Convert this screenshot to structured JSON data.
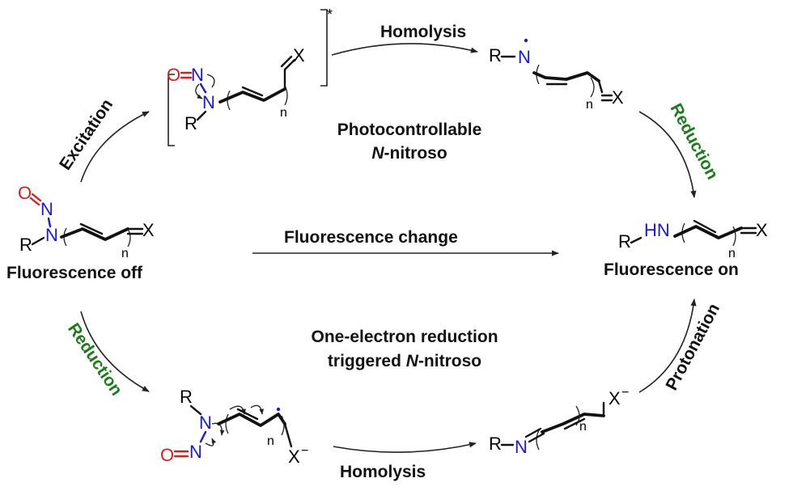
{
  "colors": {
    "nitrogen": "#1a1ad4",
    "oxygen": "#d42020",
    "green_label": "#1f7a1f",
    "black": "#111111"
  },
  "labels": {
    "excitation": "Excitation",
    "homolysis_top": "Homolysis",
    "reduction_right": "Reduction",
    "photocontrollable": "Photocontrollable",
    "nitroso_prefix": "N",
    "nitroso_suffix": "-nitroso",
    "fluorescence_change": "Fluorescence change",
    "fluorescence_off": "Fluorescence off",
    "fluorescence_on": "Fluorescence on",
    "reduction_left": "Reduction",
    "one_electron": "One-electron reduction",
    "triggered_prefix": "triggered ",
    "homolysis_bottom": "Homolysis",
    "protonation": "Protonation"
  },
  "atoms": {
    "R": "R",
    "N": "N",
    "O": "O",
    "X": "X",
    "n": "n",
    "HN": "HN",
    "minus": "−",
    "star": "*",
    "dot": "·"
  }
}
